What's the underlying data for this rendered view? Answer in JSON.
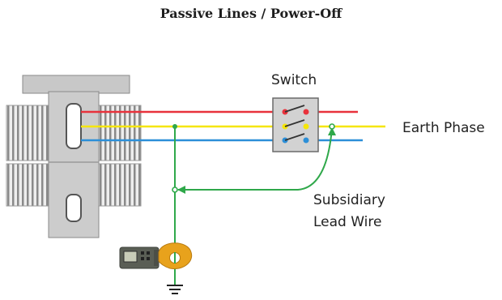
{
  "title": "Passive Lines / Power-Off",
  "labels": {
    "switch": "Switch",
    "earth_phase": "Earth Phase",
    "subsidiary_line1": "Subsidiary",
    "subsidiary_line2": "Lead Wire"
  },
  "colors": {
    "red_phase": "#e8323c",
    "yellow_phase": "#f5e60a",
    "blue_phase": "#2c8fd8",
    "earth_wire": "#2fa84a",
    "clamp_body": "#5a5e55",
    "clamp_jaw": "#e8a21c"
  },
  "icons": [
    "transformer-icon",
    "switch-box-icon",
    "clamp-meter-icon",
    "ground-symbol-icon",
    "arrow-icon"
  ]
}
